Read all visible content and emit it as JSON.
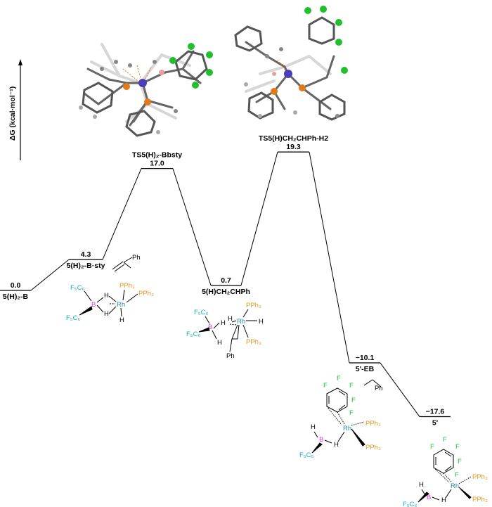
{
  "axis": {
    "ylabel": "ΔG (kcal·mol⁻¹)"
  },
  "colors": {
    "boron": "#d63cd6",
    "rhodium": "#1e8c99",
    "phosphorus": "#e8961e",
    "fluorine_group": "#1ab0b8",
    "fluorine_atom": "#1fbf2e",
    "rh_atom": "#4b3fb8",
    "p_atom": "#e07a1a"
  },
  "chart_data": {
    "type": "energy_profile",
    "ylabel": "ΔG (kcal·mol⁻¹)",
    "species": [
      {
        "name": "5(H)₂-B",
        "energy": 0.0,
        "energy_label": "0.0"
      },
      {
        "name": "5(H)₂-B·sty",
        "energy": 4.3,
        "energy_label": "4.3"
      },
      {
        "name": "TS5(H)₂-Bbsty",
        "energy": 17.0,
        "energy_label": "17.0"
      },
      {
        "name": "5(H)CH₂CHPh",
        "energy": 0.7,
        "energy_label": "0.7"
      },
      {
        "name": "TS5(H)CH₂CHPh-H2",
        "energy": 19.3,
        "energy_label": "19.3"
      },
      {
        "name": "5'-EB",
        "energy": -10.1,
        "energy_label": "−10.1"
      },
      {
        "name": "5'",
        "energy": -17.6,
        "energy_label": "−17.6"
      }
    ]
  },
  "structures": {
    "s1": {
      "F5C6_a": "F₅C₆",
      "B": "B",
      "H": "H",
      "Rh": "Rh",
      "PPh3_a": "PPh₃",
      "PPh3_b": "PPh₃"
    },
    "styrene": {
      "Ph": "Ph"
    },
    "s3": {
      "F5C6": "F₅C₆",
      "B": "B",
      "H": "H",
      "Rh": "Rh",
      "PPh3": "PPh₃",
      "Ph": "Ph"
    },
    "s5": {
      "F": "F",
      "Ph": "Ph",
      "H": "H",
      "B": "B",
      "Rh": "Rh",
      "PPh3": "PPh₃",
      "C6F5": "F₅C₆"
    },
    "s6": {
      "F": "F",
      "H": "H",
      "B": "B",
      "Rh": "Rh",
      "PPh3": "PPh₃",
      "C6F5": "F₅C₆"
    }
  }
}
